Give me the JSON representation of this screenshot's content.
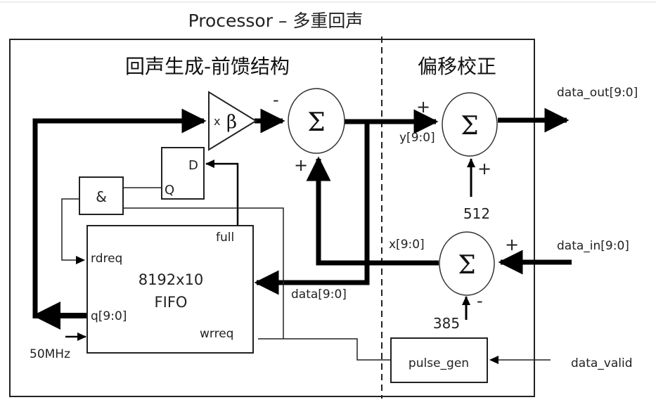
{
  "title": "Processor – 多重回声",
  "sections": {
    "left": "回声生成-前馈结构",
    "right": "偏移校正"
  },
  "blocks": {
    "gain": {
      "prefix": "x",
      "symbol": "β"
    },
    "sum_symbol": "Σ",
    "dff": {
      "d": "D",
      "q": "Q"
    },
    "and_gate": "&",
    "fifo": {
      "line1": "8192x10",
      "line2": "FIFO",
      "ports": {
        "rdreq": "rdreq",
        "q": "q[9:0]",
        "full": "full",
        "wrreq": "wrreq"
      }
    },
    "pulse_gen": "pulse_gen"
  },
  "signals": {
    "data_out": "data_out[9:0]",
    "data_in": "data_in[9:0]",
    "data_valid": "data_valid",
    "y": "y[9:0]",
    "x": "x[9:0]",
    "data": "data[9:0]",
    "clock": "50MHz"
  },
  "constants": {
    "offset_add": "512",
    "offset_sub": "385"
  },
  "signs": {
    "sum1_top": "-",
    "sum1_bottom": "+",
    "sum2_left": "+",
    "sum2_bottom": "+",
    "sum3_right": "+",
    "sum3_bottom": "-"
  }
}
